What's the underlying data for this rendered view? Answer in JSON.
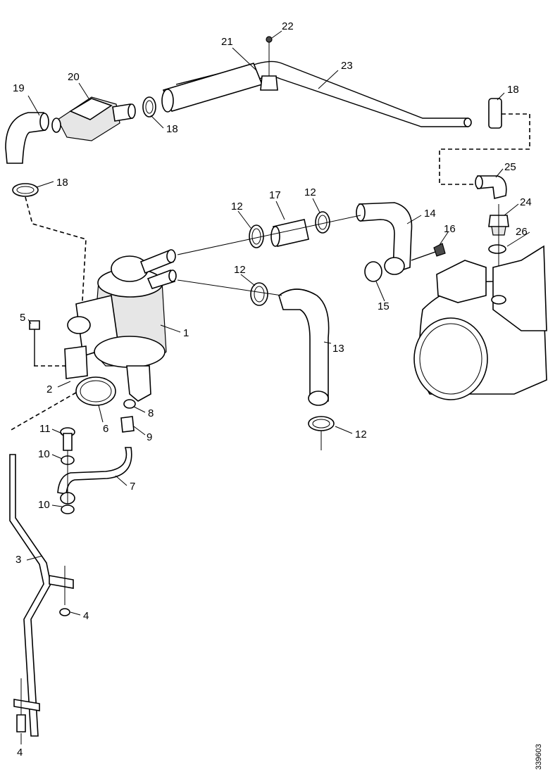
{
  "diagram": {
    "callouts": [
      {
        "id": "c1",
        "text": "1"
      },
      {
        "id": "c2",
        "text": "2"
      },
      {
        "id": "c3",
        "text": "3"
      },
      {
        "id": "c4a",
        "text": "4"
      },
      {
        "id": "c4b",
        "text": "4"
      },
      {
        "id": "c5",
        "text": "5"
      },
      {
        "id": "c6",
        "text": "6"
      },
      {
        "id": "c7",
        "text": "7"
      },
      {
        "id": "c8",
        "text": "8"
      },
      {
        "id": "c9",
        "text": "9"
      },
      {
        "id": "c10a",
        "text": "10"
      },
      {
        "id": "c10b",
        "text": "10"
      },
      {
        "id": "c11",
        "text": "11"
      },
      {
        "id": "c12a",
        "text": "12"
      },
      {
        "id": "c12b",
        "text": "12"
      },
      {
        "id": "c12c",
        "text": "12"
      },
      {
        "id": "c12d",
        "text": "12"
      },
      {
        "id": "c13",
        "text": "13"
      },
      {
        "id": "c14",
        "text": "14"
      },
      {
        "id": "c15",
        "text": "15"
      },
      {
        "id": "c16",
        "text": "16"
      },
      {
        "id": "c17",
        "text": "17"
      },
      {
        "id": "c18a",
        "text": "18"
      },
      {
        "id": "c18b",
        "text": "18"
      },
      {
        "id": "c18c",
        "text": "18"
      },
      {
        "id": "c19",
        "text": "19"
      },
      {
        "id": "c20",
        "text": "20"
      },
      {
        "id": "c21",
        "text": "21"
      },
      {
        "id": "c22",
        "text": "22"
      },
      {
        "id": "c23",
        "text": "23"
      },
      {
        "id": "c24",
        "text": "24"
      },
      {
        "id": "c25",
        "text": "25"
      },
      {
        "id": "c26",
        "text": "26"
      }
    ],
    "drawing_number": "339603"
  }
}
